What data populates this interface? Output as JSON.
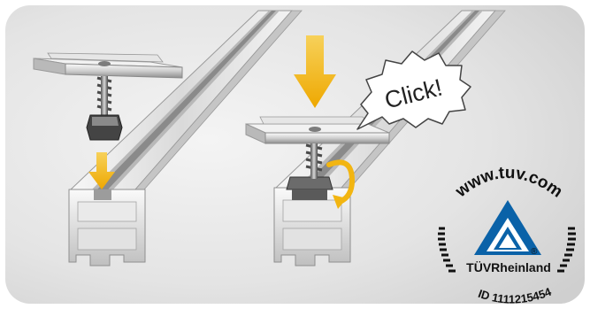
{
  "callout": {
    "text": "Click!"
  },
  "certification": {
    "url_text": "www.tuv.com",
    "brand": "TÜVRheinland",
    "registered_mark": "®",
    "id_text": "ID 1111215454"
  },
  "colors": {
    "background": "#e3e3e3",
    "arrow_yellow": "#f2b511",
    "tuv_blue": "#0a62a8",
    "seal_dark": "#101010"
  },
  "icons": {
    "arrow_1": "down-arrow-icon",
    "arrow_2": "down-arrow-icon",
    "rotate": "rotate-arrow-icon",
    "tuv_logo": "tuv-triangle-icon"
  }
}
